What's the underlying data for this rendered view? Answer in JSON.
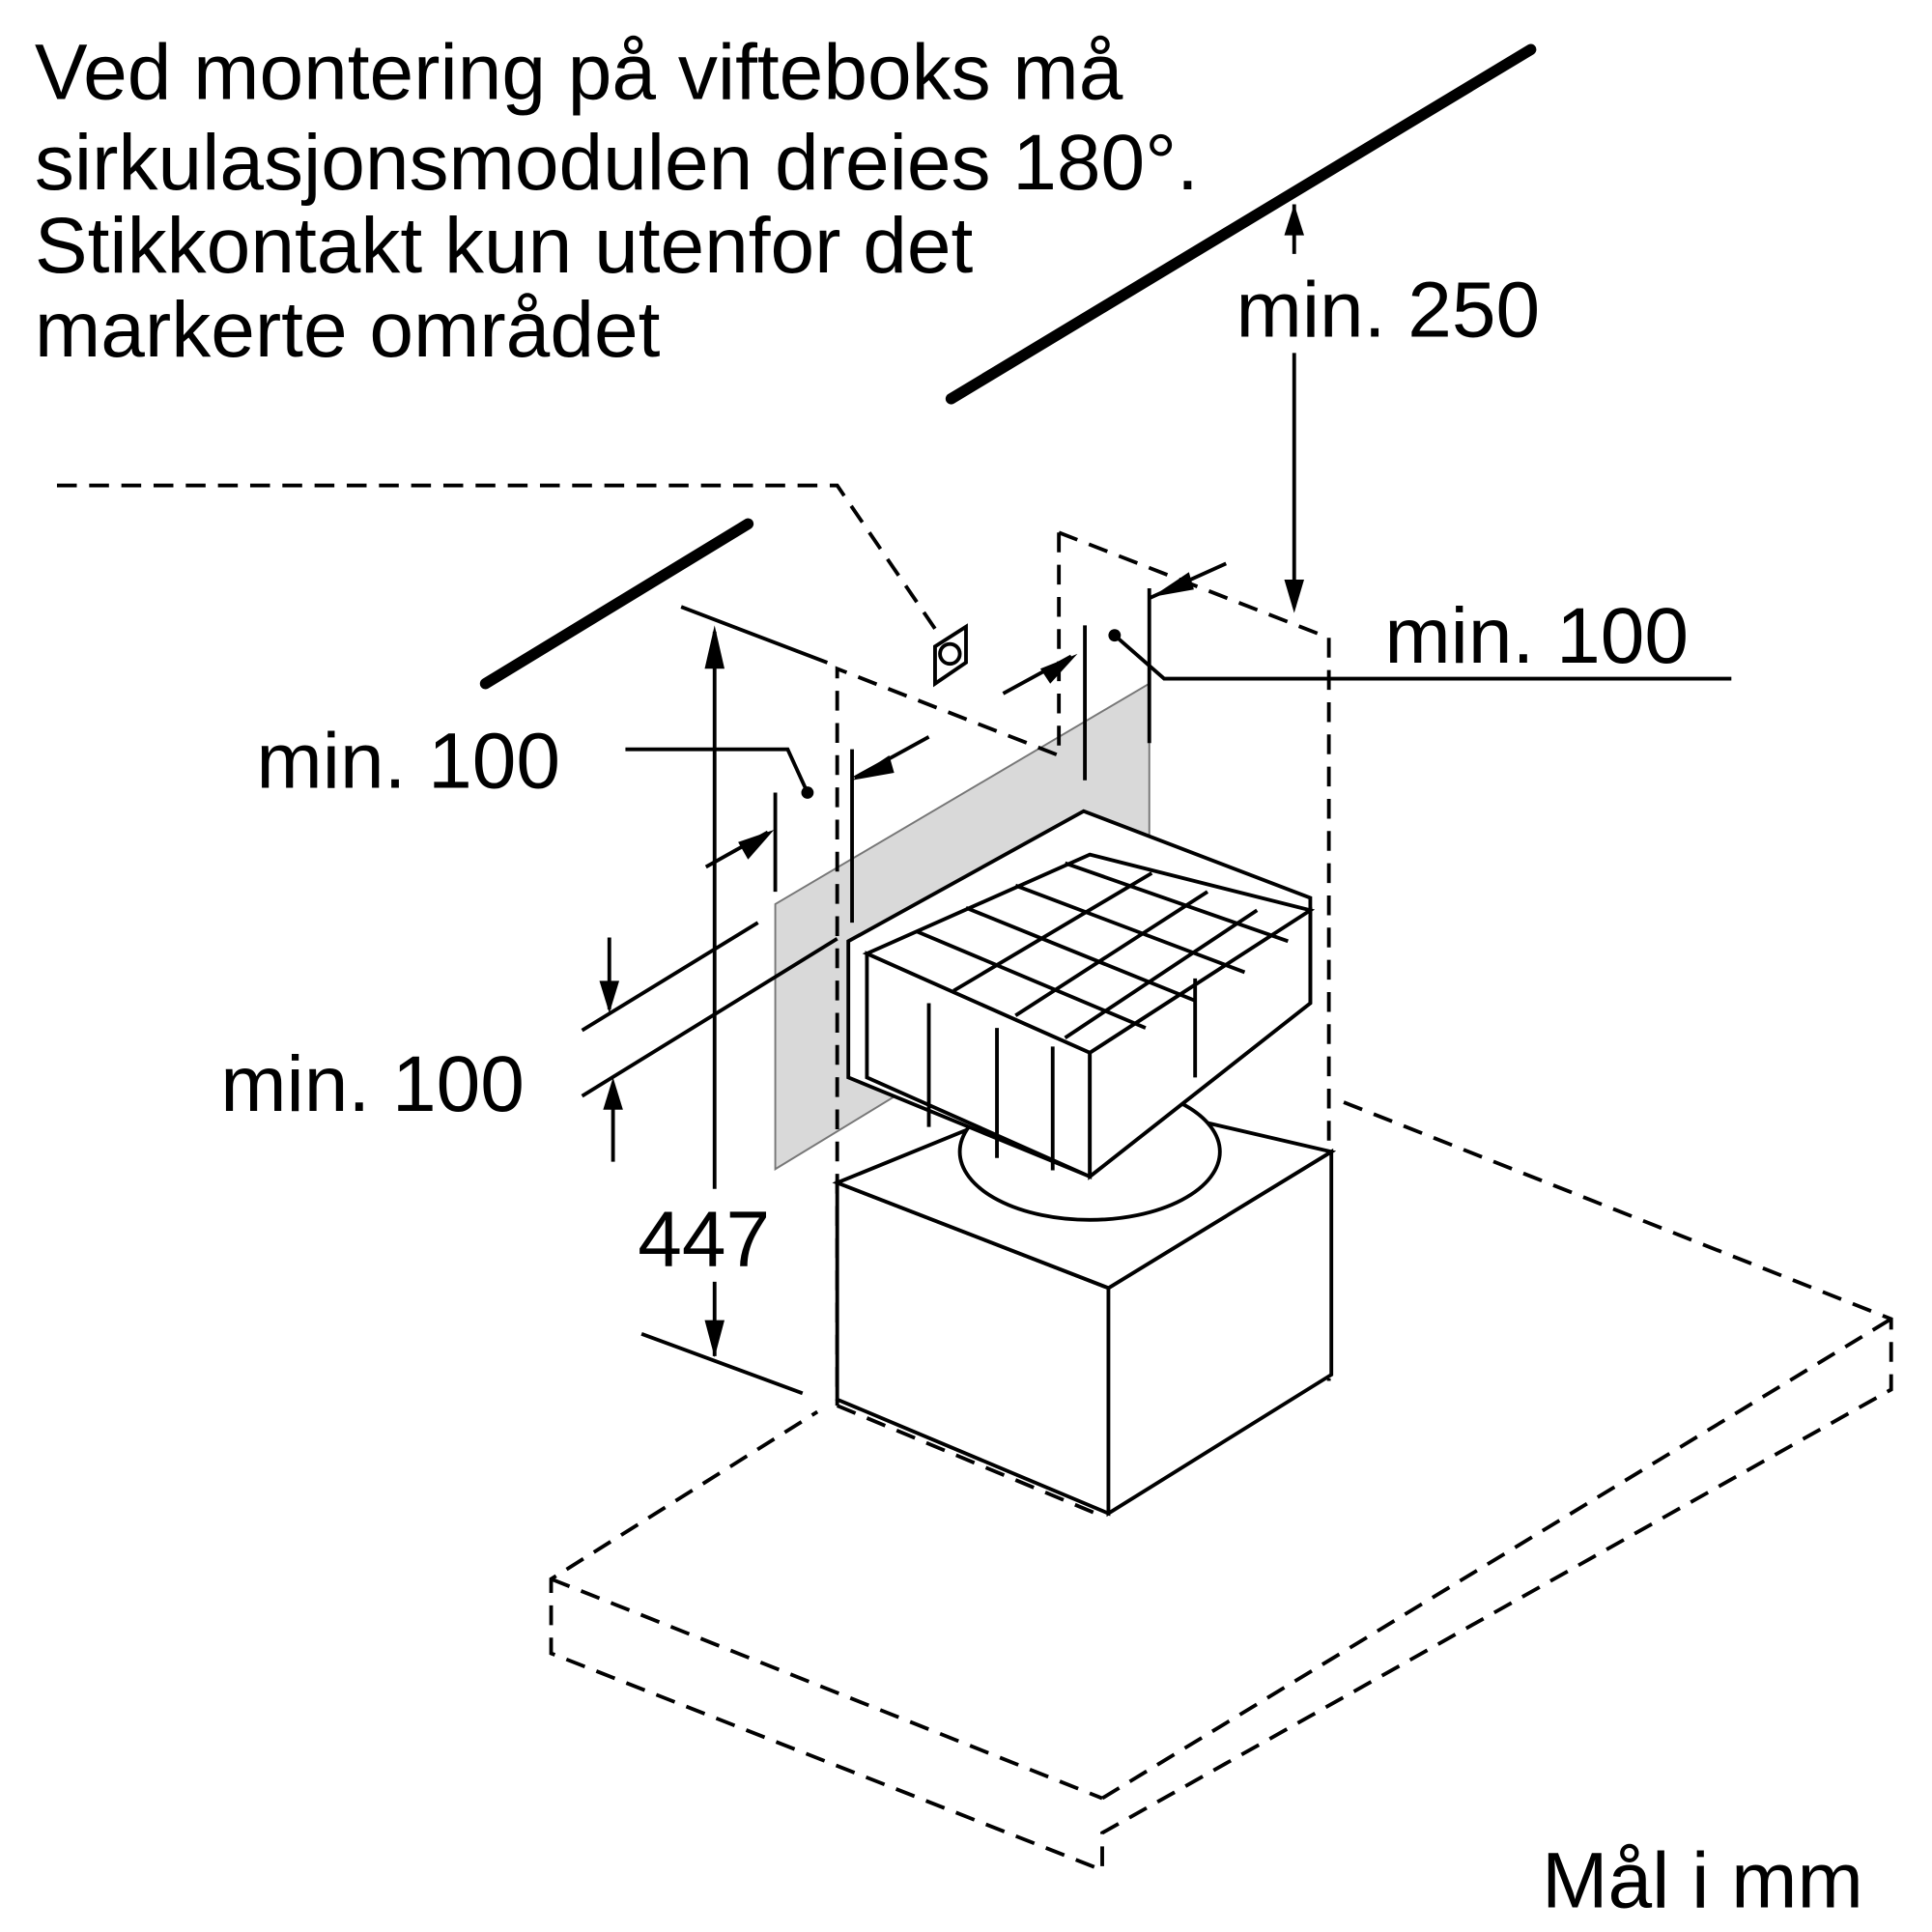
{
  "note": {
    "lines": [
      "Ved montering på vifteboks må",
      "sirkulasjonsmodulen dreies 180°.",
      "Stikkontakt kun utenfor det",
      "markerte området"
    ]
  },
  "dimensions": {
    "top_clearance": "min. 250",
    "right_clearance": "min. 100",
    "left_clearance": "min. 100",
    "bottom_clearance": "min. 100",
    "height": "447"
  },
  "units_label": "Mål i mm",
  "colors": {
    "line": "#000000",
    "zone_fill": "#d9d9d9"
  }
}
